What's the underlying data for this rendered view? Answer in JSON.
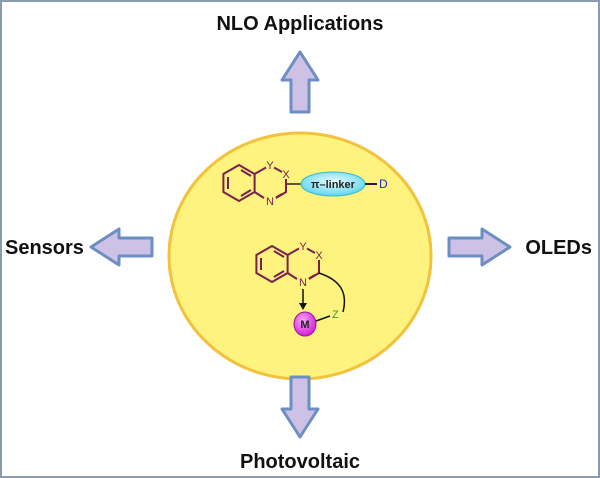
{
  "labels": {
    "top": "NLO Applications",
    "left": "Sensors",
    "right": "OLEDs",
    "bottom": "Photovoltaic"
  },
  "molecule_top": {
    "atom_y": "Y",
    "atom_x": "X",
    "atom_n": "N",
    "linker": "π–linker",
    "donor": "D"
  },
  "molecule_bottom": {
    "atom_y": "Y",
    "atom_x": "X",
    "atom_n": "N",
    "metal": "M",
    "atom_z": "Z"
  },
  "colors": {
    "arrow_fill": "#cdc2e6",
    "arrow_stroke": "#6b8fc2",
    "ellipse_fill": "#fdf37e",
    "ellipse_stroke": "#f2c23c",
    "bond": "#7a1f4f",
    "linker": "#7fe0f0",
    "metal": "#e23ee0"
  }
}
